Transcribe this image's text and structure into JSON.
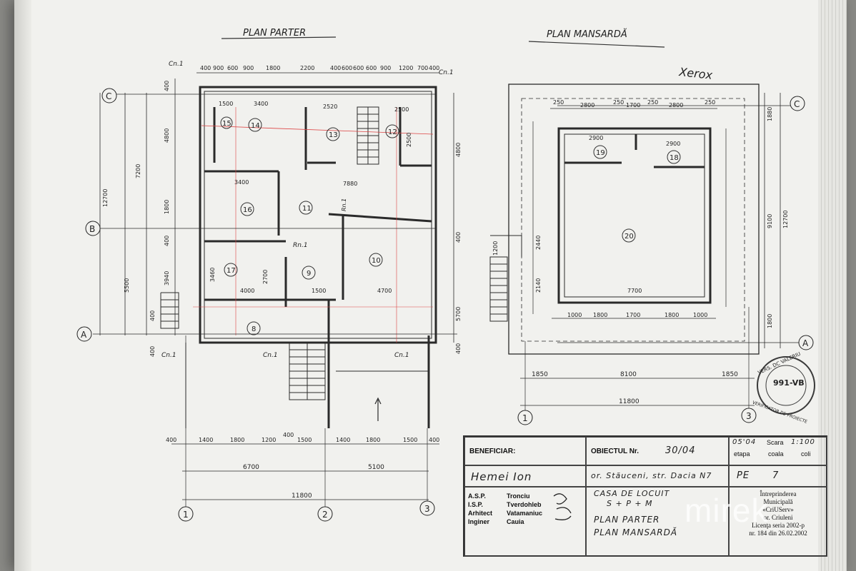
{
  "titles": {
    "ground_plan": "PLAN PARTER",
    "attic_plan": "PLAN MANSARDĂ",
    "handwritten_note": "Xerox"
  },
  "ground": {
    "top_dims": [
      "400",
      "900",
      "600",
      "900",
      "1800",
      "2200",
      "400",
      "600",
      "600",
      "600",
      "900",
      "1200",
      "700",
      "400"
    ],
    "bottom_dims": [
      "400",
      "1400",
      "1800",
      "1200",
      "400",
      "1500",
      "1400",
      "1800",
      "1500",
      "400"
    ],
    "bottom_totals": [
      "6700",
      "5100"
    ],
    "overall": "11800",
    "left_dims": [
      "400",
      "4800",
      "7200",
      "1800",
      "400",
      "5500",
      "3940",
      "400",
      "400",
      "12700"
    ],
    "right_dims": [
      "4800",
      "5700",
      "400",
      "400"
    ],
    "section_marks": [
      "Cn.1",
      "Cn.1",
      "Cn.1",
      "Cn.1",
      "Cn.1"
    ],
    "rooms": [
      "15",
      "14",
      "13",
      "12",
      "16",
      "11",
      "17",
      "9",
      "10",
      "8"
    ],
    "interior_dims": [
      "1500",
      "3400",
      "2520",
      "2500",
      "3400",
      "7880",
      "4000",
      "1500",
      "4700",
      "2700",
      "3460",
      "2500"
    ],
    "notes": [
      "Rn.1",
      "Rn.1"
    ],
    "axes_rows": [
      "C",
      "B",
      "A"
    ],
    "axes_cols": [
      "1",
      "2",
      "3"
    ]
  },
  "attic": {
    "top_dims": [
      "250",
      "2800",
      "250",
      "1700",
      "250",
      "2800",
      "250"
    ],
    "inner_dims": [
      "2900",
      "2900",
      "7700"
    ],
    "bottom_dims": [
      "1000",
      "1800",
      "1700",
      "1800",
      "1000"
    ],
    "bottom_totals": [
      "1850",
      "8100",
      "1850"
    ],
    "overall": "11800",
    "right_dims": [
      "1880",
      "9100",
      "12700",
      "1800"
    ],
    "left_dims": [
      "1200",
      "2140",
      "2440"
    ],
    "rooms": [
      "19",
      "18",
      "20"
    ],
    "axes_rows": [
      "C",
      "A"
    ],
    "axes_cols": [
      "1",
      "3"
    ]
  },
  "stamp": {
    "line1": "VERS. DC VALERIU",
    "line2": "VERIFICATOR DE PROIECTE",
    "code": "991-VB"
  },
  "title_block": {
    "beneficiar_label": "BENEFICIAR:",
    "beneficiar_value": "Hemei Ion",
    "obiectul_label": "OBIECTUL Nr.",
    "obiectul_value": "30/04",
    "date": "05'04",
    "scara_label": "Scara",
    "scara_value": "1:100",
    "etapa_label": "etapa",
    "coala_label": "coala",
    "coli_label": "coli",
    "etapa_value": "PE",
    "coala_value": "7",
    "address": "or. Stăuceni, str. Dacia N7",
    "object_name_1": "CASA DE LOCUIT",
    "object_name_2": "S + P + M",
    "sheet_title_1": "PLAN PARTER",
    "sheet_title_2": "PLAN MANSARDĂ",
    "roles": [
      {
        "role": "A.S.P.",
        "name": "Tronciu"
      },
      {
        "role": "I.S.P.",
        "name": "Tverdohleb"
      },
      {
        "role": "Arhitect",
        "name": "Vatamaniuc"
      },
      {
        "role": "Inginer",
        "name": "Cauia"
      }
    ],
    "company_1": "Întreprinderea",
    "company_2": "Municipală",
    "company_3": "«CriUServ»",
    "company_4": "or. Criuleni",
    "license_1": "Licenţa seria 2002-p",
    "license_2": "nr. 184 din 26.02.2002"
  },
  "watermark": "mirek"
}
